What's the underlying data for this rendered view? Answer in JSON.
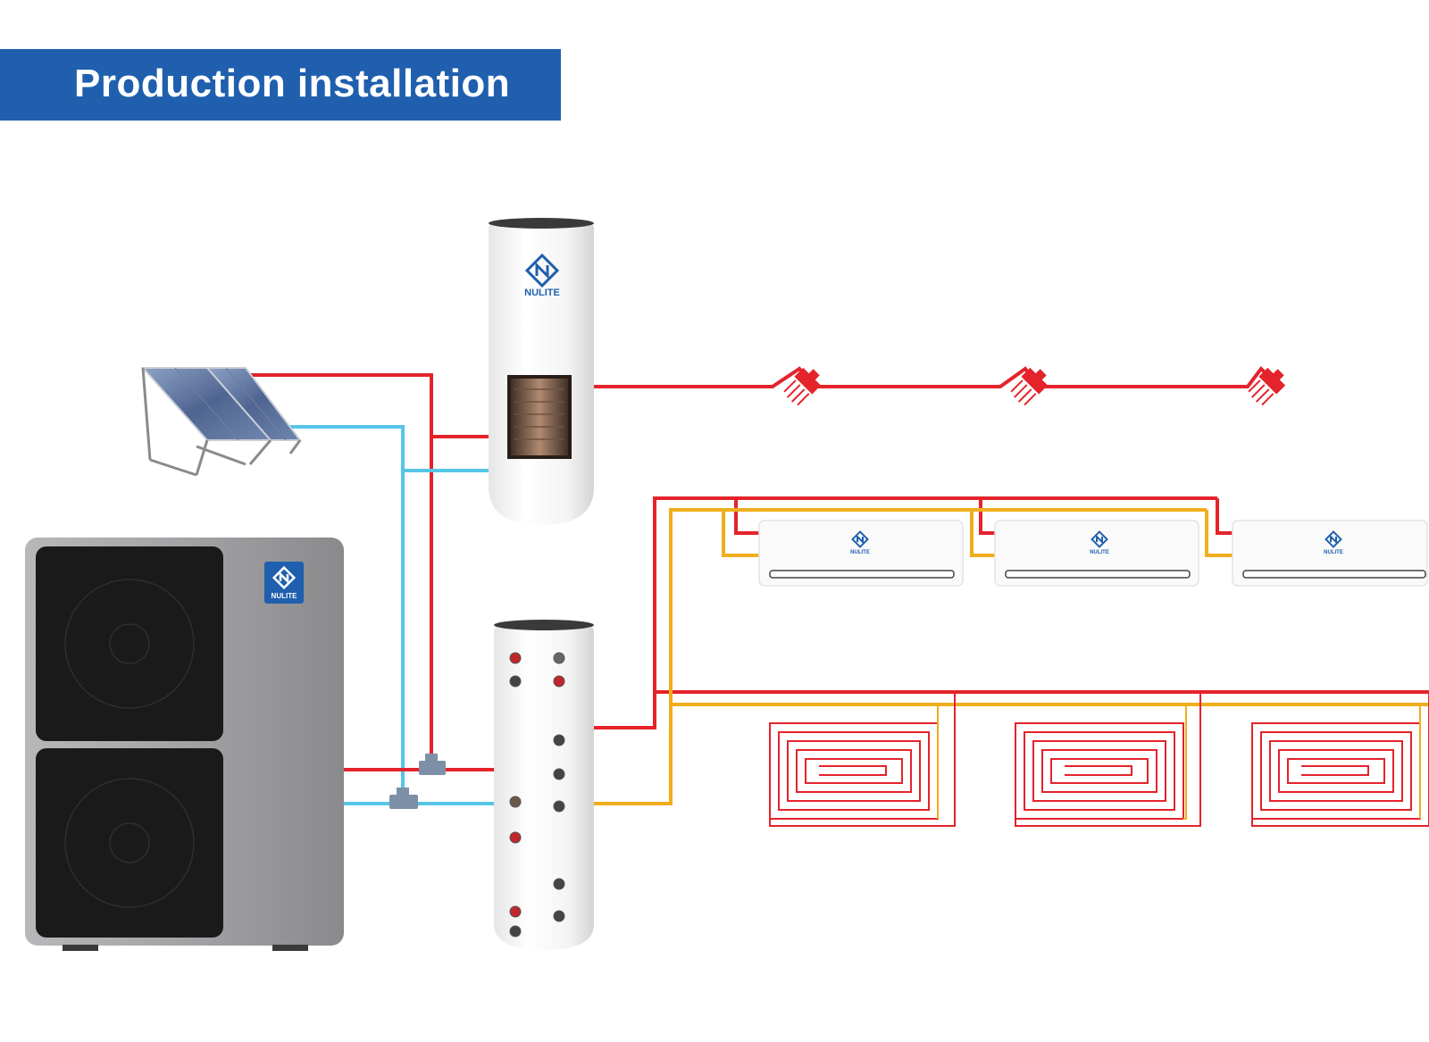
{
  "header": {
    "title": "Production installation"
  },
  "brand": {
    "name": "NULITE",
    "color": "#1f5fae"
  },
  "colors": {
    "hot_pipe": "#e4232b",
    "cold_pipe": "#55c6e6",
    "return_pipe": "#f0ae1c",
    "banner": "#1f5fae"
  },
  "components": [
    {
      "id": "solar-panel",
      "icon": "solar-panel-icon"
    },
    {
      "id": "heat-pump",
      "icon": "heat-pump-icon"
    },
    {
      "id": "dhw-tank",
      "icon": "water-tank-icon"
    },
    {
      "id": "buffer-tank",
      "icon": "buffer-tank-icon"
    },
    {
      "id": "shower-heads",
      "icon": "shower-head-icon",
      "count": 3
    },
    {
      "id": "fan-coil-units",
      "icon": "wall-ac-icon",
      "count": 3
    },
    {
      "id": "floor-heating-loops",
      "icon": "floor-heating-icon",
      "count": 3
    }
  ]
}
